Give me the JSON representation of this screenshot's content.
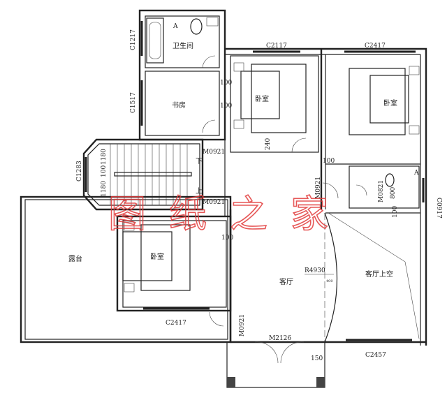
{
  "rooms": {
    "bathroom": "卫生间",
    "study": "书房",
    "bedroom_top_left": "卧室",
    "bedroom_top_right": "卧室",
    "bedroom_left": "卧室",
    "terrace": "露台",
    "living_room": "客厅",
    "living_room_void": "客厅上空",
    "stair_down": "下",
    "stair_up": "上"
  },
  "windows": {
    "c1217": "C1217",
    "c1517": "C1517",
    "c1283": "C1283",
    "c2117": "C2117",
    "c2417_top": "C2417",
    "c2417_bottom": "C2417",
    "c2457": "C2457",
    "c0917": "C0917"
  },
  "doors": {
    "m0921_stair": "M0921",
    "m0921_bedroom": "M0921",
    "m0921_right": "M0921",
    "m0921_bottom": "M0921",
    "m0821": "M0821",
    "m2126": "M2126"
  },
  "dimensions": {
    "d1180_a": "1180",
    "d100_stair": "100",
    "d1180_b": "1180",
    "d100_a": "100",
    "d100_b": "100",
    "d240": "240",
    "d100_c": "100",
    "d800": "800",
    "d100_d": "100",
    "d100_e": "100",
    "radius": "R4930",
    "d400": "400",
    "d150": "150"
  },
  "markers": {
    "a1": "A",
    "a2": "A"
  },
  "watermark": "图纸之家",
  "colors": {
    "lines": "#222222",
    "watermark": "#e23b3b"
  }
}
